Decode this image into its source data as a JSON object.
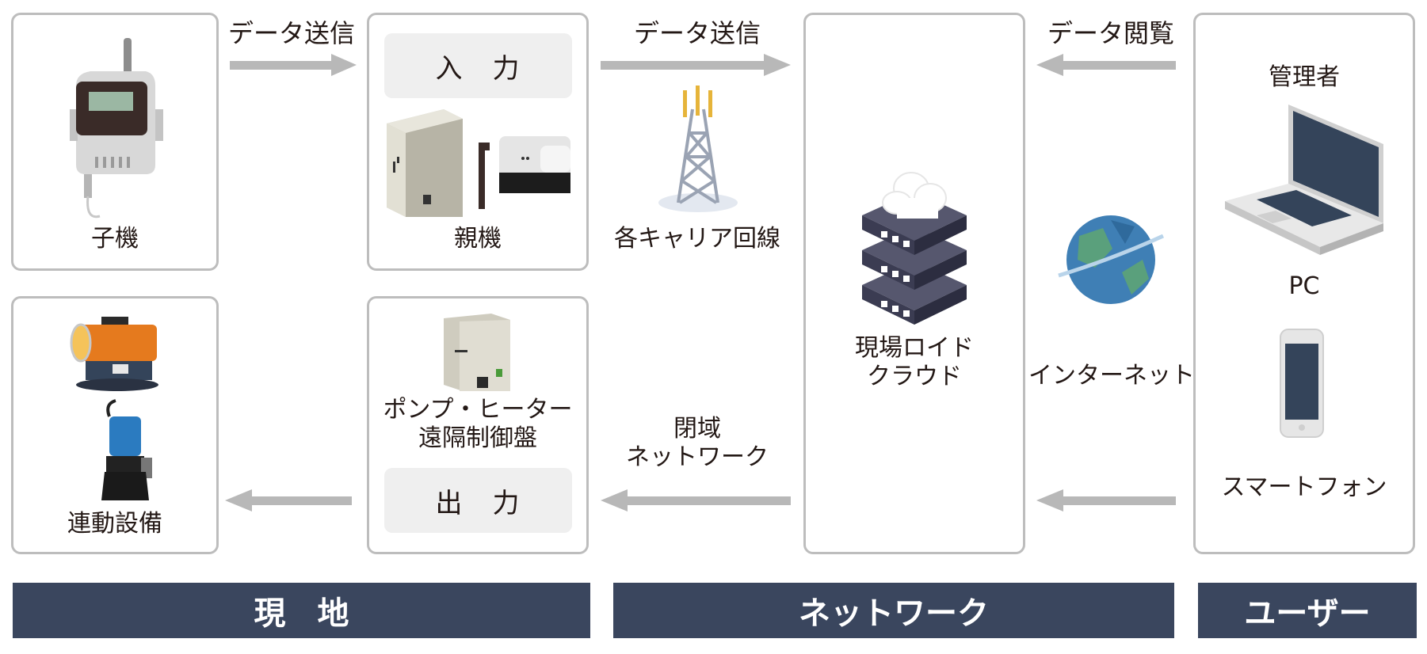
{
  "sections": {
    "site": "現　地",
    "network": "ネットワーク",
    "user": "ユーザー"
  },
  "nodes": {
    "child_unit": "子機",
    "parent_unit": "親機",
    "input": "入　力",
    "output": "出　力",
    "carrier": "各キャリア回線",
    "cloud_line1": "現場ロイド",
    "cloud_line2": "クラウド",
    "internet": "インターネット",
    "admin": "管理者",
    "pc": "PC",
    "smartphone": "スマートフォン",
    "controller_line1": "ポンプ・ヒーター",
    "controller_line2": "遠隔制御盤",
    "linked_equipment": "連動設備"
  },
  "arrows": {
    "send1": "データ送信",
    "send2": "データ送信",
    "view": "データ閲覧",
    "closed_line1": "閉域",
    "closed_line2": "ネットワーク"
  },
  "colors": {
    "band": "#3a465e",
    "border": "#bdbdbd",
    "arrow": "#b8b8b8",
    "pill": "#efefef"
  }
}
